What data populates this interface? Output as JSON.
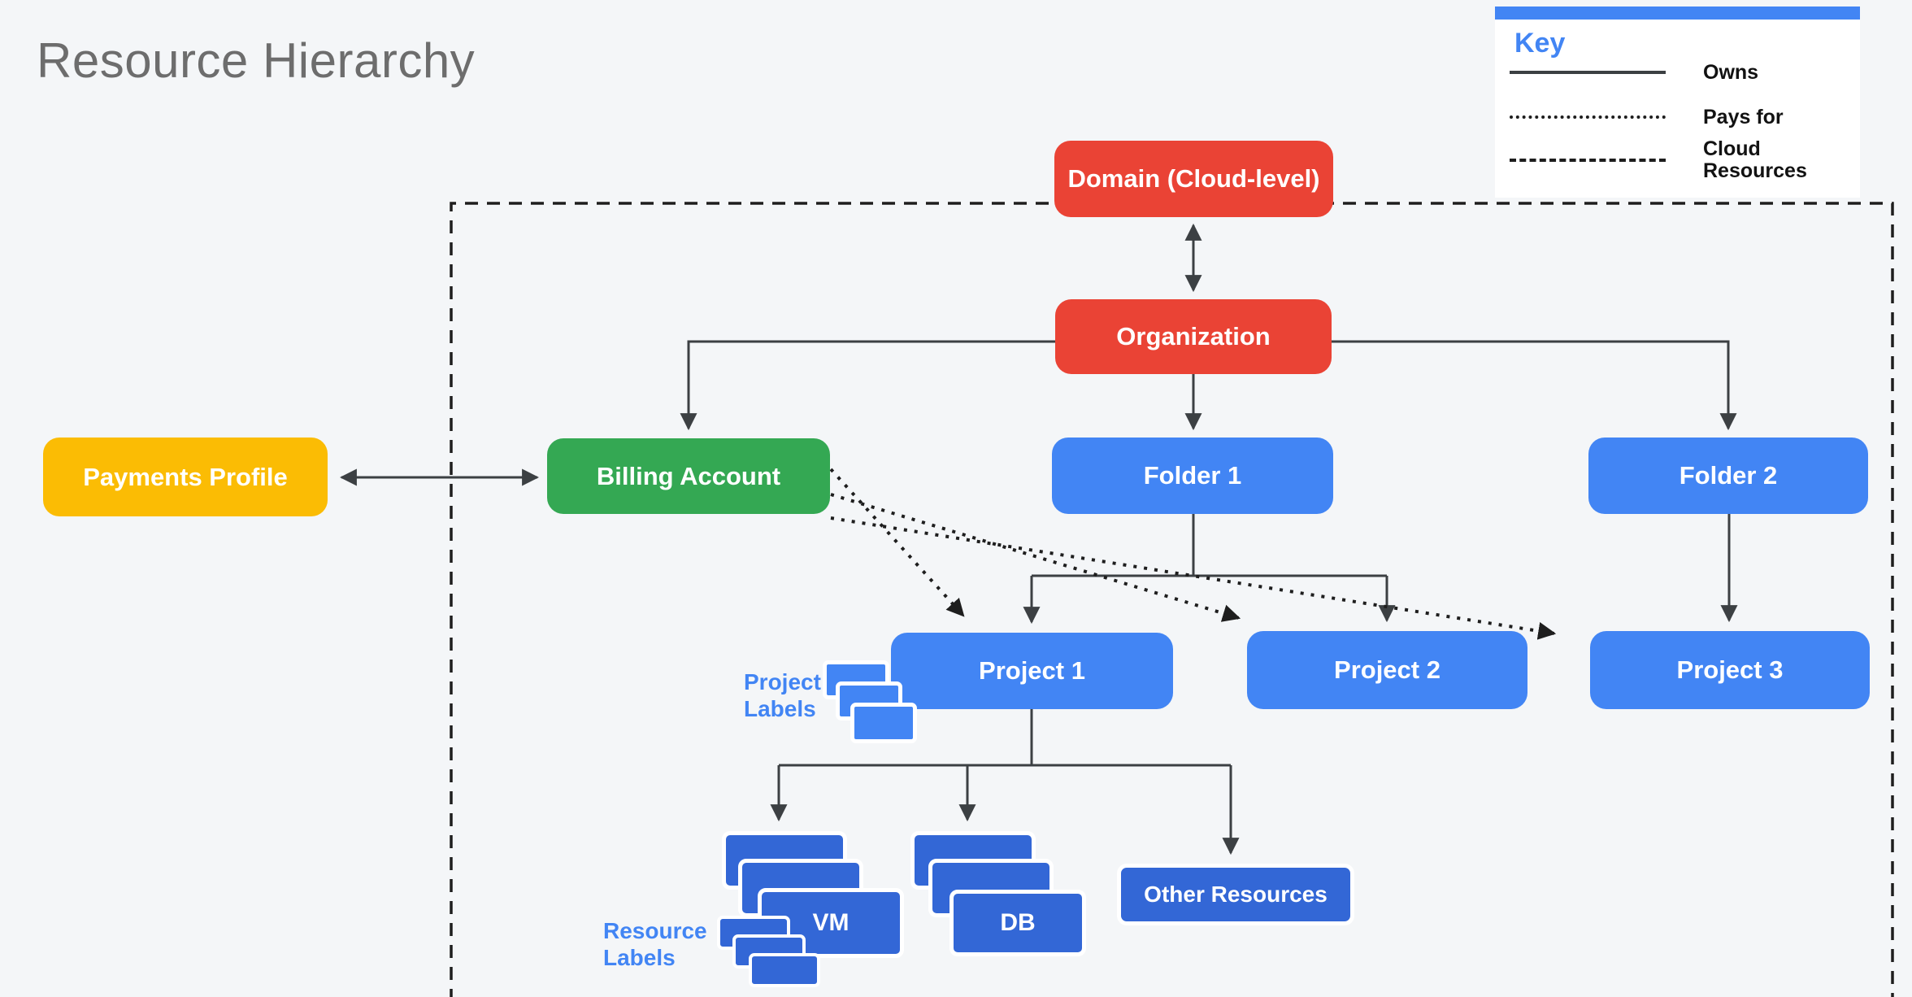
{
  "title": "Resource Hierarchy",
  "key": {
    "title": "Key",
    "items": [
      {
        "label": "Owns",
        "style": "solid"
      },
      {
        "label": "Pays for",
        "style": "dotted"
      },
      {
        "label": "Cloud Resources",
        "style": "dashed"
      }
    ]
  },
  "nodes": {
    "domain": {
      "label": "Domain (Cloud-level)",
      "color": "#EA4335"
    },
    "organization": {
      "label": "Organization",
      "color": "#EA4335"
    },
    "payments_profile": {
      "label": "Payments Profile",
      "color": "#FBBC04"
    },
    "billing_account": {
      "label": "Billing Account",
      "color": "#34A853"
    },
    "folder1": {
      "label": "Folder 1",
      "color": "#4285F4"
    },
    "folder2": {
      "label": "Folder 2",
      "color": "#4285F4"
    },
    "project1": {
      "label": "Project 1",
      "color": "#4285F4"
    },
    "project2": {
      "label": "Project 2",
      "color": "#4285F4"
    },
    "project3": {
      "label": "Project 3",
      "color": "#4285F4"
    },
    "vm": {
      "label": "VM",
      "color": "#3367D6"
    },
    "db": {
      "label": "DB",
      "color": "#3367D6"
    },
    "other_resources": {
      "label": "Other Resources",
      "color": "#3367D6"
    }
  },
  "annotations": {
    "project_labels": "Project Labels",
    "resource_labels": "Resource Labels"
  },
  "colors": {
    "background": "#F4F6F8",
    "red": "#EA4335",
    "green": "#34A853",
    "yellow": "#FBBC04",
    "blue": "#4285F4",
    "dark_blue": "#3367D6",
    "line": "#3C4043",
    "dash": "#1E1E1E",
    "title_text": "#6D6D6D",
    "key_accent": "#4285F4"
  }
}
